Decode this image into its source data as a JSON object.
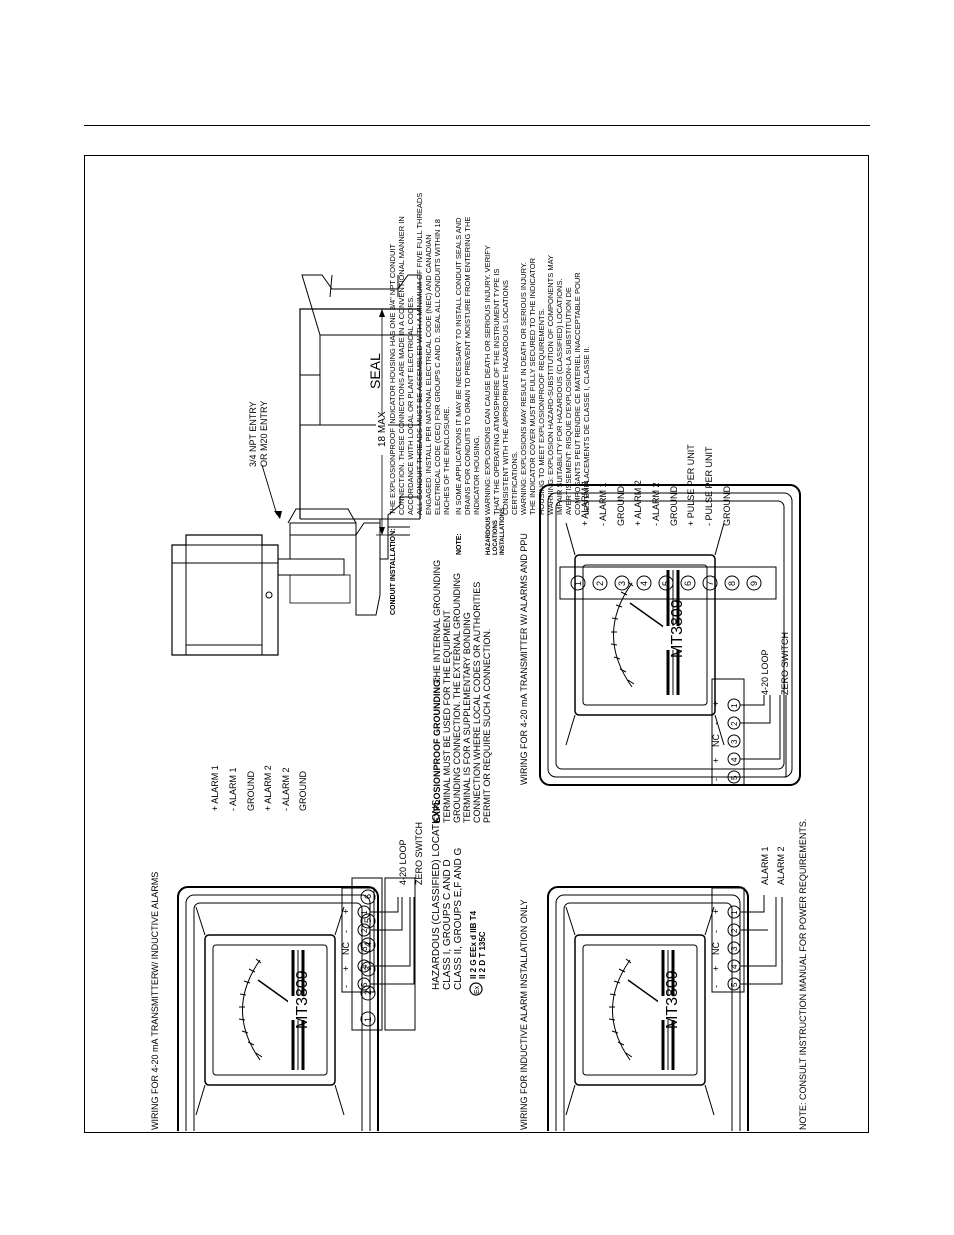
{
  "diagram": {
    "wiring_transmitter_inductive": {
      "title": "WIRING FOR 4-20 mA TRANSMITTERW/ INDUCTIVE ALARMS",
      "meter_label": "MT3809",
      "terminals": [
        "1",
        "2",
        "3",
        "4",
        "5",
        "6"
      ],
      "terminal_labels": [
        "+ ALARM 1",
        "- ALARM 1",
        "GROUND",
        "+ ALARM 2",
        "- ALARM 2",
        "GROUND"
      ],
      "loop_terms": [
        "5",
        "4",
        "3",
        "2",
        "1"
      ],
      "loop_marks": [
        "-",
        "+",
        "NC",
        "-",
        "+"
      ],
      "loop_label": "4-20 LOOP",
      "zero_label": "ZERO SWITCH"
    },
    "hazardous": {
      "title": "HAZARDOUS (CLASSIFIED) LOCATIONS",
      "class1": "CLASS I, GROUPS C AND D",
      "class2": "CLASS II, GROUPS E,F AND G",
      "atex1": "II 2 G EEx d IIB T4",
      "atex2": "II 2 D T 135C"
    },
    "grounding": {
      "heading": "EXPLOSIONPROOF GROUNDING:",
      "lines": [
        "THE INTERNAL GROUNDING",
        "TERMINAL MUST BE USED FOR THE EQUIPMENT",
        "GROUNDING CONNECTION. THE EXTERNAL GROUNDING",
        "TERMINAL IS FOR A SUPPLEMENTARY BONDING",
        "CONNECTION WHERE LOCAL CODES OR AUTHORITIES",
        "PERMIT OR REQUIRE SUCH A CONNECTION."
      ]
    },
    "conduit_side_view": {
      "npt_label_1": "3/4 NPT ENTRY",
      "npt_label_2": "OR M20 ENTRY",
      "seal_label": "SEAL",
      "max_label": "18 MAX"
    },
    "conduit_notes": {
      "heading": "CONDUIT INSTALLATION:",
      "lines": [
        "THE EXPLOSIONPROOF INDICATOR HOUSING HAS ONE 3/4\" NPT CONDUIT",
        "CONNECTION. THESE CONNECTIONS ARE MADE IN A CONVENTIONAL MANNER IN",
        "ACCORDANCE WITH LOCAL OR PLANT ELECTRICAL CODES.",
        "ALL CONDUIT THREADS MUST BE ASSEMBLED WITH A MINIMUM OF FIVE FULL THREADS",
        "ENGAGED. INSTALL PER NATIONAL ELECTRICAL CODE (NEC) AND CANADIAN",
        "ELECTRICAL CODE (CEC) FOR GROUPS C AND D. SEAL ALL CONDUITS WITHIN 18",
        "INCHES OF THE ENCLOSURE."
      ],
      "note_heading": "NOTE:",
      "note_lines": [
        "IN SOME APPLICATIONS IT MAY BE NECESSARY TO INSTALL CONDUIT SEALS AND",
        "DRAINS FOR CONDUITS TO DRAIN TO PREVENT MOISTURE FROM ENTERING THE",
        "INDICATOR HOUSING."
      ],
      "haz_heading_1": "HAZARDOUS",
      "haz_heading_2": "LOCATIONS",
      "haz_heading_3": "INSTALLATIONS",
      "haz_lines": [
        "WARNING: EXPLOSIONS CAN CAUSE DEATH OR SERIOUS INJURY. VERIFY",
        "THAT THE OPERATING ATMOSPHERE OF THE INSTRUMENT TYPE IS",
        "CONSISTENT WITH THE APPROPRIATE HAZARDOUS LOCATIONS",
        "CERTIFICATIONS."
      ],
      "warn_lines": [
        "WARNING: EXPLOSIONS MAY RESULT IN DEATH OR SERIOUS INJURY.",
        "THE INDICATOR COVER MUST BE FULLY SECURED TO THE INDICATOR",
        "HOUSING TO MEET EXPLOSIONPROOF REQUIREMENTS.",
        "WARNING: EXPLOSION HAZARD-SUBSTITUTION OF COMPONENTS MAY",
        "IMPAIR SUITABILITY FOR HAZARDOUS (CLASSIFIED) LOCATIONS.",
        "AVERTISSEMENT: RISQUE D'EXPLOSION-LA SUBSTITUTION DE",
        "COMPOSANTS PEUT RENDRE CE MATERIEL INACCEPTABLE POUR",
        "LES EMPLACEMENTS DE CLASSE I, CLASSE II."
      ]
    },
    "wiring_inductive_only": {
      "title": "WIRING FOR INDUCTIVE ALARM INSTALLATION ONLY",
      "meter_label": "MT3809",
      "loop_terms": [
        "5",
        "4",
        "3",
        "2",
        "1"
      ],
      "loop_marks": [
        "-",
        "+",
        "NC",
        "-",
        "+"
      ],
      "label_alarm1": "ALARM 1",
      "label_alarm2": "ALARM 2"
    },
    "wiring_transmitter_ppu": {
      "title": "WIRING FOR 4-20 mA TRANSMITTER W/ ALARMS AND PPU",
      "meter_label": "MT3809",
      "terminals": [
        "1",
        "2",
        "3",
        "4",
        "5",
        "6",
        "7",
        "8",
        "9"
      ],
      "terminal_labels": [
        "+ ALARM 1",
        "- ALARM 1",
        "GROUND",
        "+ ALARM 2",
        "- ALARM 2",
        "GROUND",
        "+ PULSE PER UNIT",
        "- PULSE PER UNIT",
        "GROUND"
      ],
      "loop_terms": [
        "5",
        "4",
        "3",
        "2",
        "1"
      ],
      "loop_marks": [
        "-",
        "+",
        "NC",
        "-",
        "+"
      ],
      "loop_label": "4-20 LOOP",
      "zero_label": "ZERO SWITCH"
    },
    "power_note": "NOTE: CONSULT INSTRUCTION MANUAL FOR POWER REQUIREMENTS."
  }
}
